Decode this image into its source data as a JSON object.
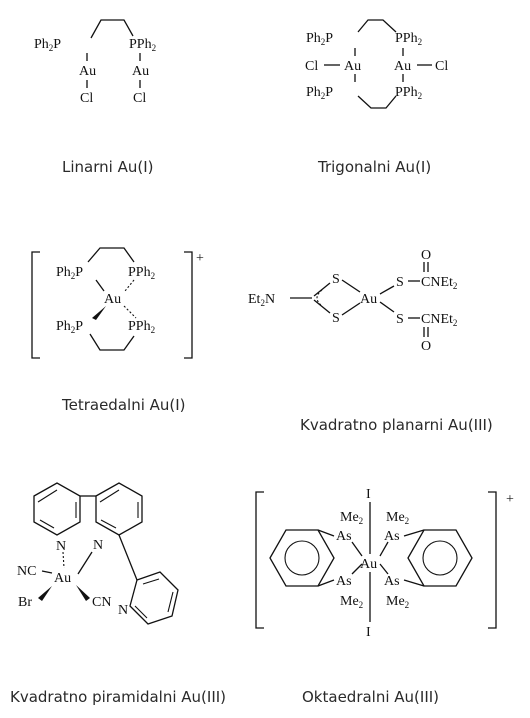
{
  "captions": {
    "linear": "Linarni Au(I)",
    "trigonal": "Trigonalni Au(I)",
    "tetrahedral": "Tetraedalni Au(I)",
    "square_planar": "Kvadratno planarni Au(III)",
    "square_pyramidal": "Kvadratno piramidalni Au(III)",
    "octahedral": "Oktaedralni Au(III)"
  },
  "atoms": {
    "au": "Au",
    "cl": "Cl",
    "ph2p": "Ph",
    "pph2": "PPh",
    "p": "P",
    "sub2": "2",
    "s": "S",
    "o": "O",
    "n": "N",
    "c": "C",
    "et2n": "Et",
    "cnet2": "CNEt",
    "nc": "NC",
    "cn": "CN",
    "br": "Br",
    "i": "I",
    "me": "Me",
    "as": "As",
    "charge_plus": "+"
  },
  "colors": {
    "ink": "#111111",
    "caption": "#2a2a2a",
    "background": "#ffffff"
  }
}
